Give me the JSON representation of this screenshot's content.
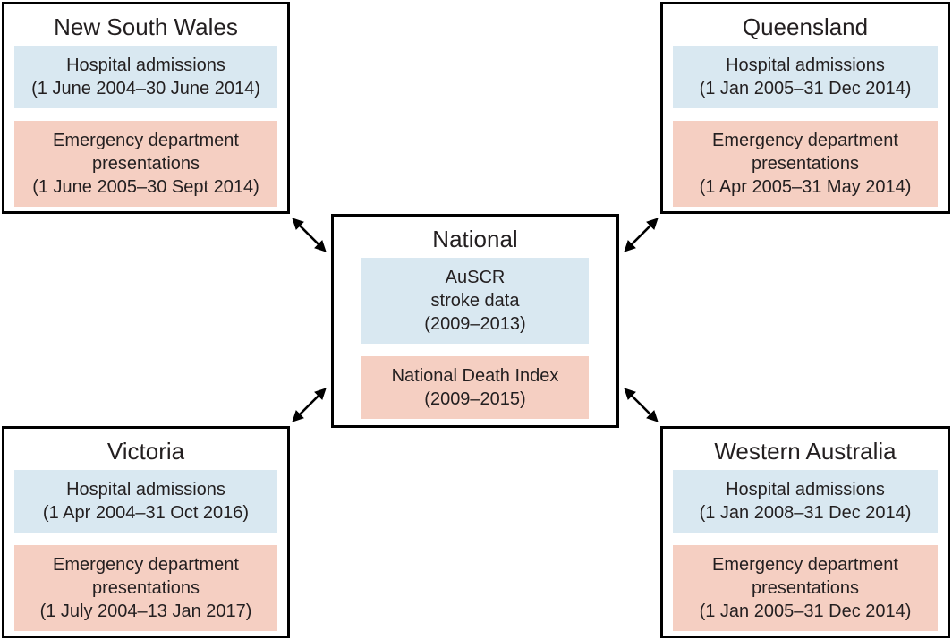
{
  "colors": {
    "hospital_panel_fill": "#d9e8f1",
    "emergency_panel_fill": "#f5cfc2",
    "box_border": "#000000",
    "text": "#231f20",
    "background": "#ffffff"
  },
  "national": {
    "title": "National",
    "auscr_panel": {
      "lines": [
        "AuSCR",
        "stroke data",
        "(2009–2013)"
      ]
    },
    "death_index_panel": {
      "lines": [
        "National Death Index",
        "(2009–2015)"
      ]
    }
  },
  "states": [
    {
      "title": "New South Wales",
      "hospital_panel": {
        "lines": [
          "Hospital admissions",
          "(1 June 2004–30 June 2014)"
        ]
      },
      "emergency_panel": {
        "lines": [
          "Emergency department",
          "presentations",
          "(1 June 2005–30 Sept 2014)"
        ]
      }
    },
    {
      "title": "Queensland",
      "hospital_panel": {
        "lines": [
          "Hospital admissions",
          "(1 Jan 2005–31 Dec 2014)"
        ]
      },
      "emergency_panel": {
        "lines": [
          "Emergency department",
          "presentations",
          "(1 Apr 2005–31 May 2014)"
        ]
      }
    },
    {
      "title": "Victoria",
      "hospital_panel": {
        "lines": [
          "Hospital admissions",
          "(1 Apr 2004–31 Oct 2016)"
        ]
      },
      "emergency_panel": {
        "lines": [
          "Emergency department",
          "presentations",
          "(1 July 2004–13 Jan 2017)"
        ]
      }
    },
    {
      "title": "Western Australia",
      "hospital_panel": {
        "lines": [
          "Hospital admissions",
          "(1 Jan 2008–31 Dec 2014)"
        ]
      },
      "emergency_panel": {
        "lines": [
          "Emergency department",
          "presentations",
          "(1 Jan 2005–31 Dec 2014)"
        ]
      }
    }
  ],
  "connections": [
    {
      "from": "New South Wales",
      "to": "National",
      "bidirectional": true
    },
    {
      "from": "Queensland",
      "to": "National",
      "bidirectional": true
    },
    {
      "from": "Victoria",
      "to": "National",
      "bidirectional": true
    },
    {
      "from": "Western Australia",
      "to": "National",
      "bidirectional": true
    }
  ]
}
